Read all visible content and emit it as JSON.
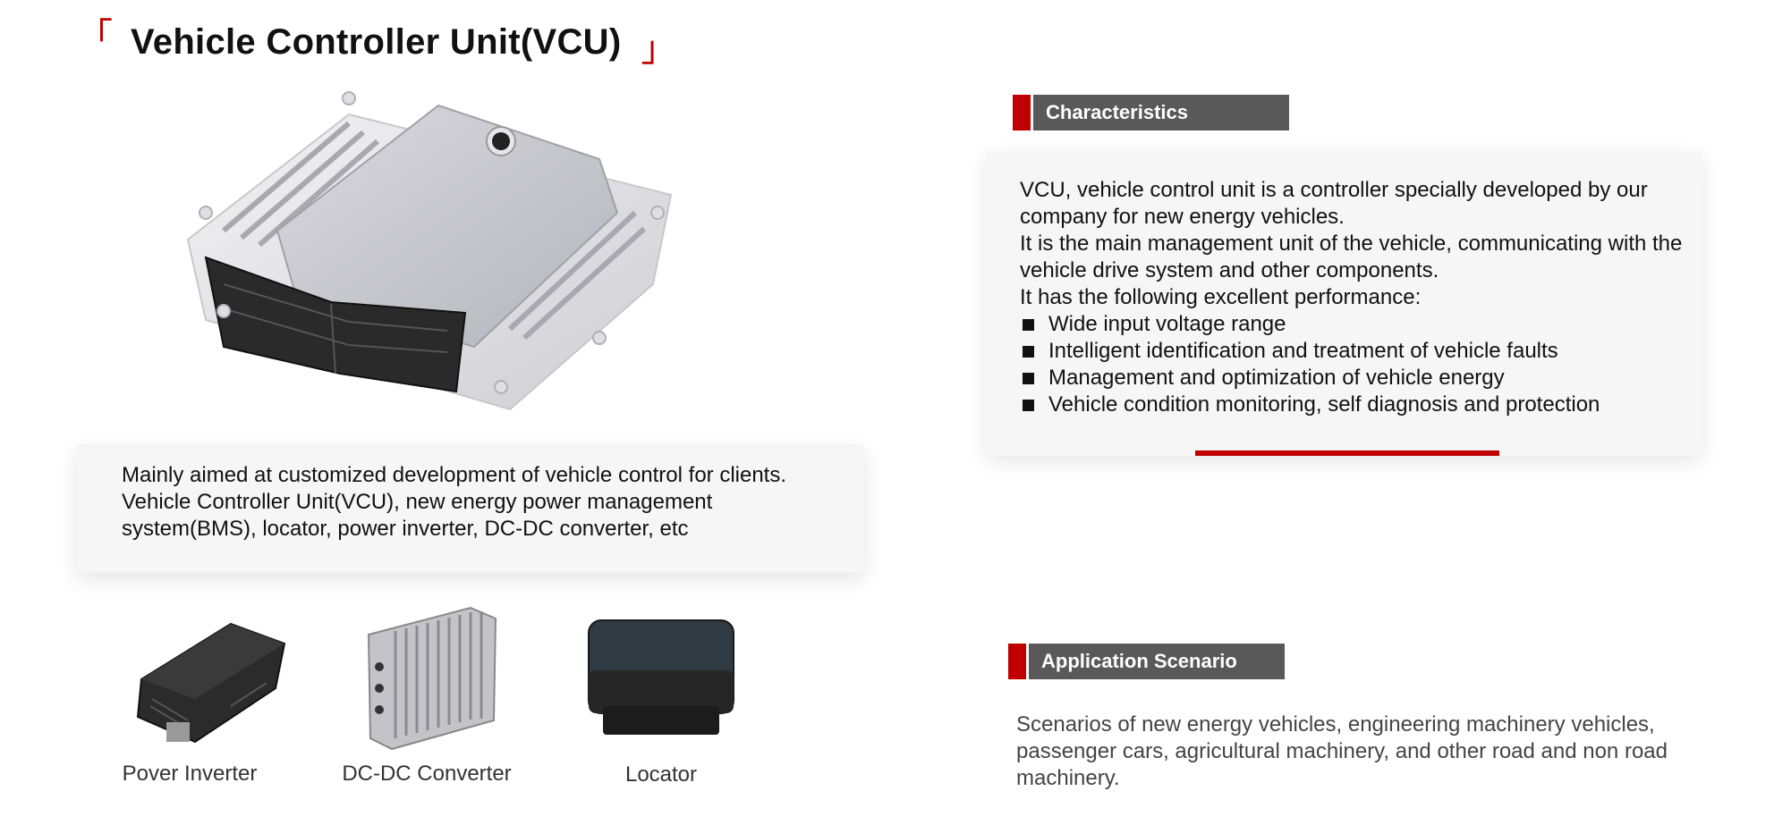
{
  "header": {
    "title": "Vehicle Controller Unit(VCU)",
    "bracket_open": "「",
    "bracket_close": "」"
  },
  "intro": {
    "line1": "Mainly aimed at customized development of vehicle control for clients.",
    "line2": "Vehicle Controller Unit(VCU), new energy power management system(BMS), locator, power inverter, DC-DC converter, etc"
  },
  "products": [
    {
      "label": "Pover Inverter",
      "icon": "power-inverter-image"
    },
    {
      "label": "DC-DC Converter",
      "icon": "dc-dc-converter-image"
    },
    {
      "label": "Locator",
      "icon": "locator-image"
    }
  ],
  "characteristics": {
    "heading": "Characteristics",
    "paragraphs": [
      "VCU, vehicle control unit is a controller specially developed by our company for new energy vehicles.",
      "It is the main management unit of the vehicle, communicating with the vehicle drive system and other components.",
      "It has the following excellent performance:"
    ],
    "bullets": [
      "Wide input voltage range",
      "Intelligent identification and treatment of vehicle faults",
      "Management and optimization of vehicle energy",
      "Vehicle condition monitoring, self diagnosis and protection"
    ]
  },
  "application": {
    "heading": "Application Scenario",
    "text": "Scenarios of new energy vehicles, engineering machinery vehicles, passenger cars, agricultural machinery, and other road and non road machinery."
  },
  "colors": {
    "accent": "#c00000",
    "header_bar": "#595959",
    "card_bg": "#f6f6f6"
  }
}
